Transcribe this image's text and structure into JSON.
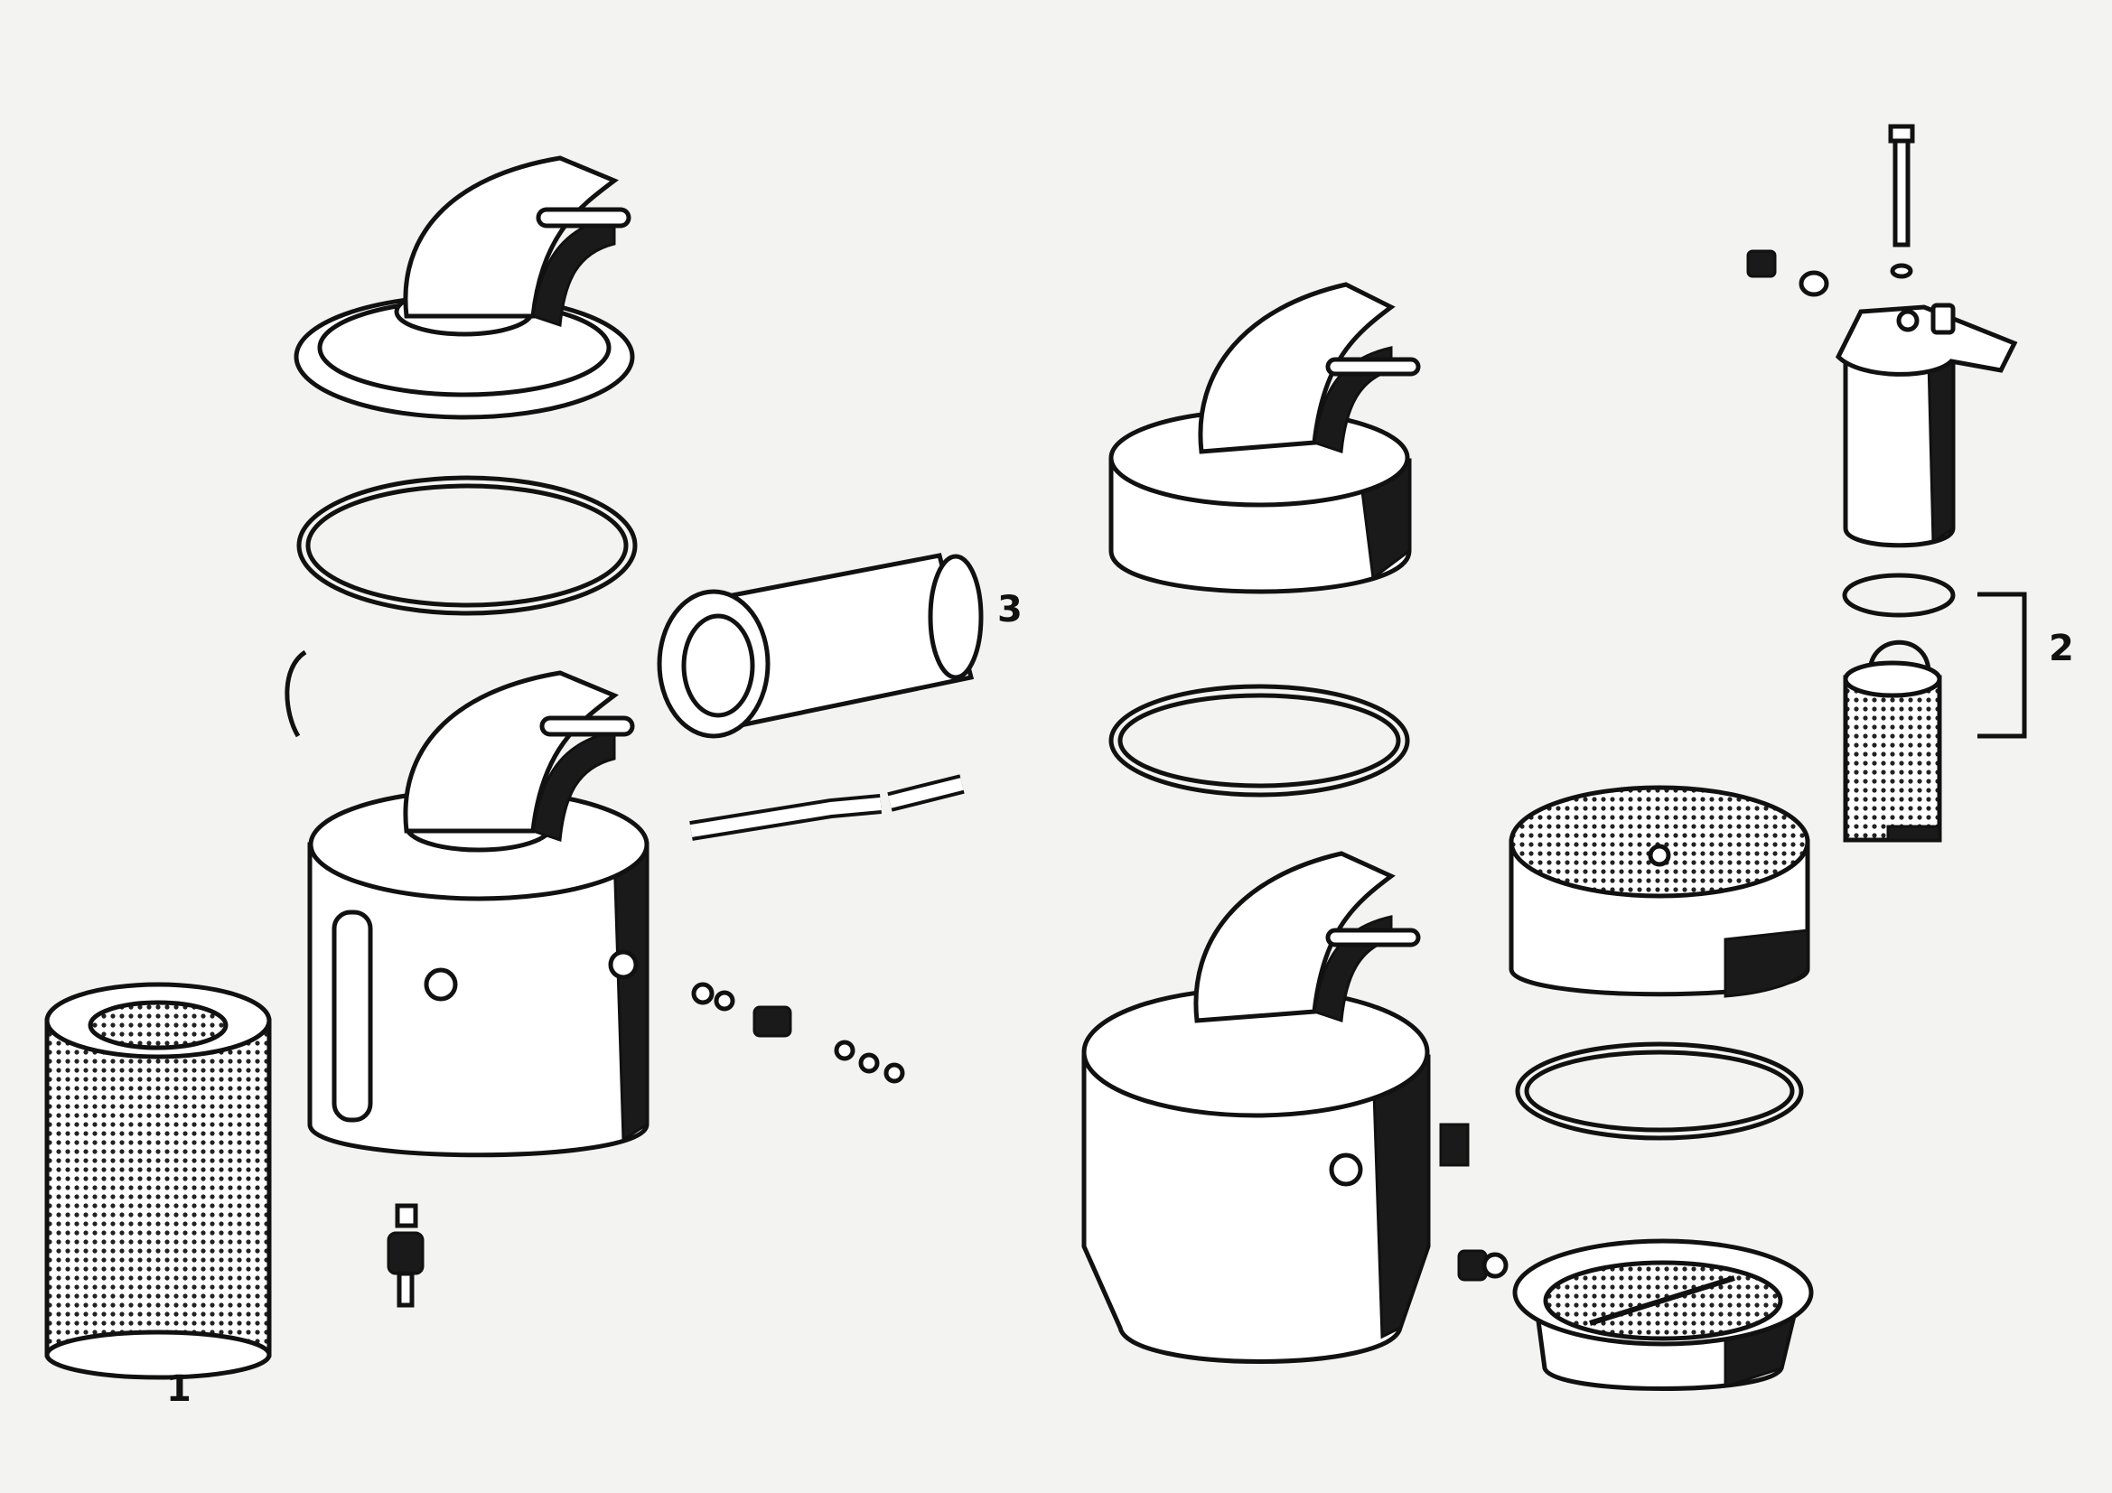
{
  "diagram": {
    "callouts": [
      {
        "id": "1",
        "text": "1"
      },
      {
        "id": "2",
        "text": "2"
      },
      {
        "id": "3",
        "text": "3"
      }
    ],
    "colors": {
      "background": "#f3f3f1",
      "ink": "#111111"
    }
  }
}
